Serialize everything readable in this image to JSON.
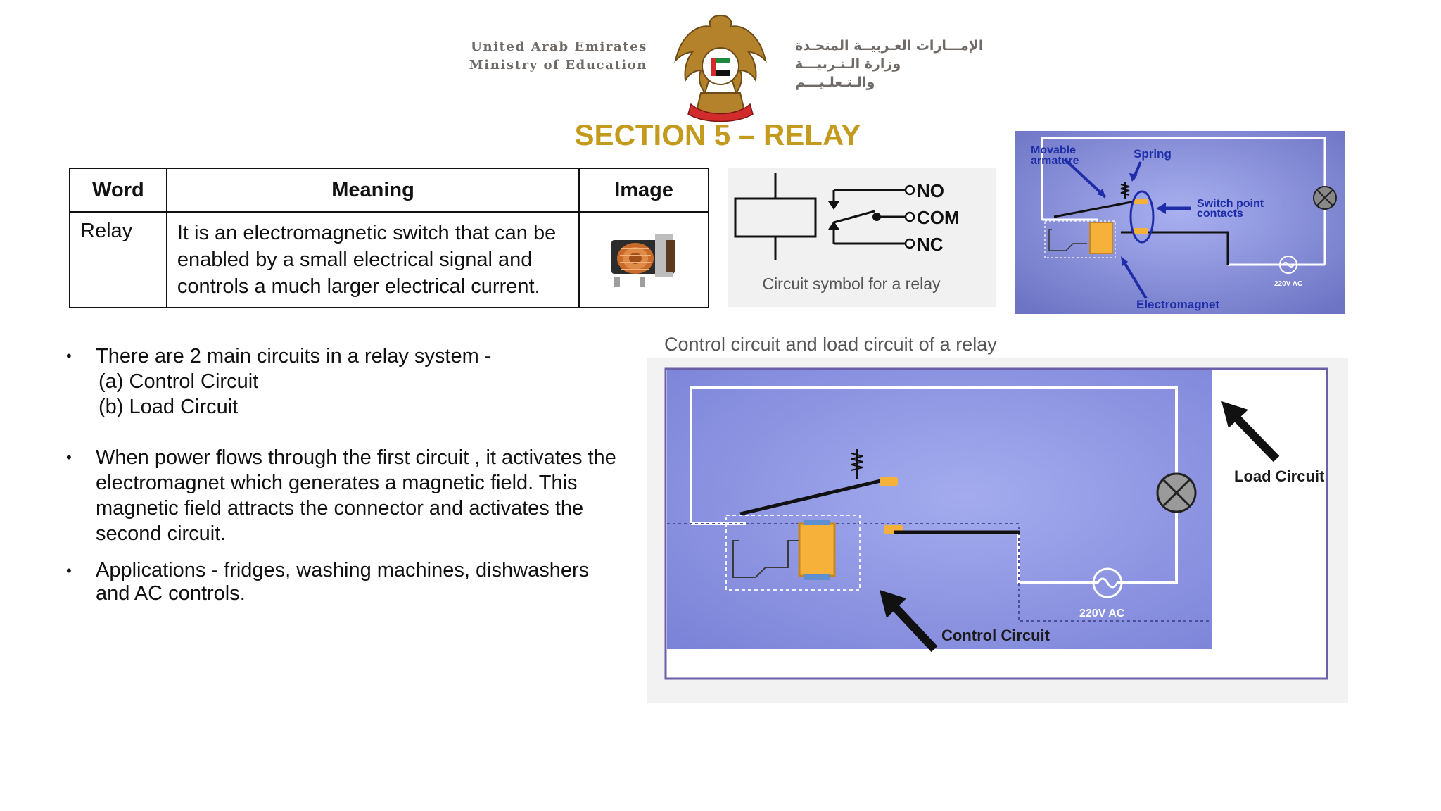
{
  "header": {
    "en_line1": "United Arab Emirates",
    "en_line2": "Ministry of Education",
    "ar_line1": "الإمـــارات العـربيــة المتحـدة",
    "ar_line2": "وزارة الـتـربيـــة والـتـعلـيـــم"
  },
  "title": "SECTION 5 – RELAY",
  "table": {
    "headers": [
      "Word",
      "Meaning",
      "Image"
    ],
    "rows": [
      {
        "word": "Relay",
        "meaning": "It is an electromagnetic switch that can be enabled by a small electrical signal and controls a much larger electrical current."
      }
    ]
  },
  "bullets": {
    "b1": "There are 2 main circuits in a relay system -",
    "b1_sub1": "(a) Control Circuit",
    "b1_sub2": "(b) Load Circuit",
    "b2": "When power flows through the first circuit , it activates the electromagnet which generates a magnetic field. This magnetic field attracts the connector and activates the second circuit.",
    "b3": "Applications - fridges, washing machines, dishwashers and AC controls."
  },
  "symbol_panel": {
    "no": "NO",
    "com": "COM",
    "nc": "NC",
    "caption": "Circuit symbol for a relay"
  },
  "relay_diagram": {
    "movable_armature_1": "Movable",
    "movable_armature_2": "armature",
    "spring": "Spring",
    "switch_contacts_1": "Switch point",
    "switch_contacts_2": "contacts",
    "electromagnet": "Electromagnet",
    "voltage": "220V AC"
  },
  "big_diagram": {
    "caption": "Control circuit and load circuit of a relay",
    "load_label": "Load Circuit",
    "control_label": "Control Circuit",
    "voltage": "220V AC"
  },
  "colors": {
    "title": "#c49a1d",
    "diagram_blue": "#8f98e6",
    "coil": "#f5b13a"
  }
}
